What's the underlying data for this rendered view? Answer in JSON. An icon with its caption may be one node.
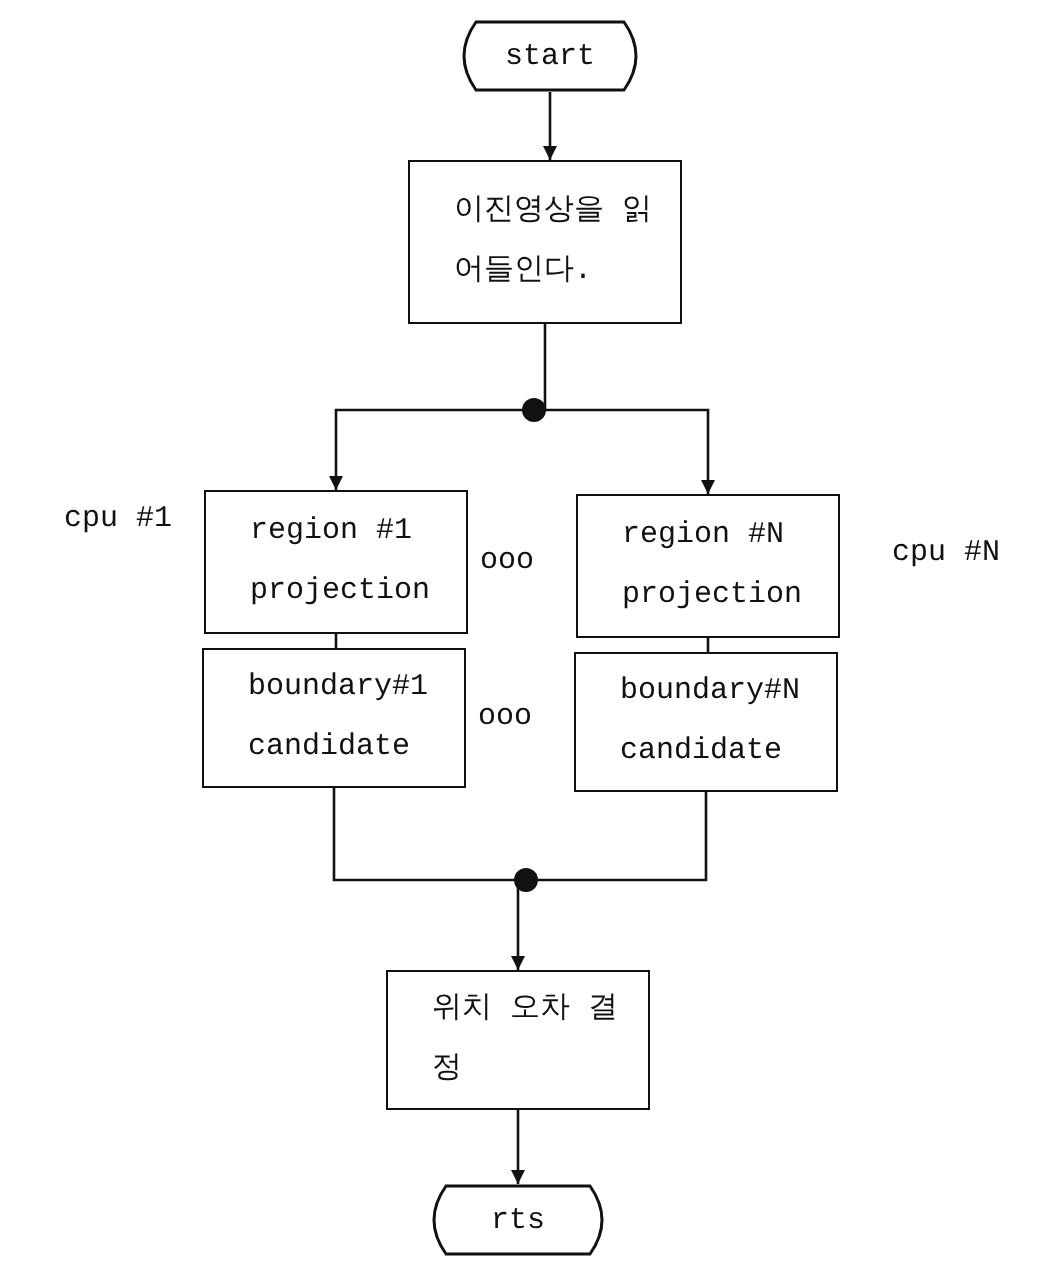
{
  "diagram": {
    "nodes": [
      {
        "text": [
          "start"
        ]
      },
      {
        "text": [
          "이진영상을 읽어들인다."
        ]
      },
      {
        "text": [],
        "shape": "circle"
      },
      {
        "text": [
          "region #1 projection"
        ]
      },
      {
        "text": [
          "region #N projection"
        ]
      },
      {
        "text": [
          "boundary#1 candidate"
        ]
      },
      {
        "text": [
          "boundary#N candidate"
        ]
      },
      {
        "text": [],
        "shape": "circle"
      },
      {
        "text": [
          "위치 오차 결정"
        ]
      },
      {
        "text": [
          "rts"
        ]
      }
    ],
    "edges": [
      {
        "from": 0,
        "to": 1,
        "arrow": "to"
      },
      {
        "from": 1,
        "to": 2,
        "arrow": "none"
      },
      {
        "from": 2,
        "to": 3,
        "arrow": "to"
      },
      {
        "from": 2,
        "to": 4,
        "arrow": "to"
      },
      {
        "from": 3,
        "to": 5,
        "arrow": "none"
      },
      {
        "from": 4,
        "to": 6,
        "arrow": "none"
      },
      {
        "from": 5,
        "to": 7,
        "arrow": "none"
      },
      {
        "from": 6,
        "to": 7,
        "arrow": "none"
      },
      {
        "from": 7,
        "to": 8,
        "arrow": "to"
      },
      {
        "from": 8,
        "to": 9,
        "arrow": "to"
      }
    ],
    "labels": [
      "cpu #1",
      "ooo",
      "cpu #N",
      "ooo"
    ]
  }
}
